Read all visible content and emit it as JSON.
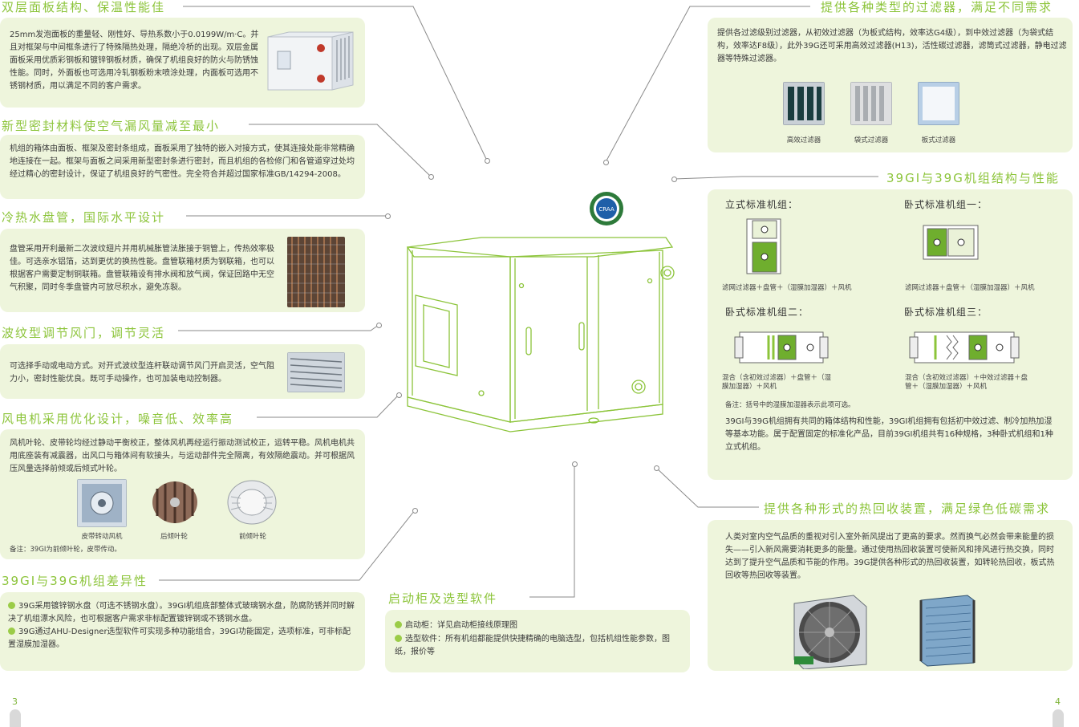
{
  "left": {
    "panel": {
      "title": "双层面板结构、保温性能佳",
      "text": "25mm发泡面板的重量轻、刚性好、导热系数小于0.0199W/m·C。并且对框架与中间框条进行了特殊隔热处理，隔绝冷桥的出现。双层金属面板采用优质彩钢板和镀锌钢板材质，确保了机组良好的防火与防锈蚀性能。同时，外面板也可选用冷轧钢板粉末喷涂处理，内面板可选用不锈钢材质，用以满足不同的客户需求。"
    },
    "seal": {
      "title": "新型密封材料使空气漏风量减至最小",
      "text": "机组的箱体由面板、框架及密封条组成，面板采用了独特的嵌入对接方式，使其连接处能非常精确地连接在一起。框架与面板之间采用新型密封条进行密封，而且机组的各检修门和各管道穿过处均经过精心的密封设计，保证了机组良好的气密性。完全符合并超过国家标准GB/14294-2008。"
    },
    "coil": {
      "title": "冷热水盘管，国际水平设计",
      "text": "盘管采用开利最新二次波纹翅片并用机械胀管法胀接于铜管上，传热效率极佳。可选亲水铝箔，达到更优的换热性能。盘管联箱材质为钢联箱，也可以根据客户需要定制铜联箱。盘管联箱设有排水阀和放气阀，保证回路中无空气积聚，同时冬季盘管内可放尽积水，避免冻裂。"
    },
    "damper": {
      "title": "波纹型调节风门，调节灵活",
      "text": "可选择手动或电动方式。对开式波纹型连杆联动调节风门开启灵活，空气阻力小，密封性能优良。既可手动操作，也可加装电动控制器。"
    },
    "fan": {
      "title": "风电机采用优化设计，噪音低、效率高",
      "text": "风机叶轮、皮带轮均经过静动平衡校正，整体风机再经运行振动测试校正，运转平稳。风机电机共用底座装有减震器，出风口与箱体间有软接头，与运动部件完全隔离，有效隔绝震动。并可根据风压风量选择前倾或后倾式叶轮。",
      "captions": [
        "皮带转动风机",
        "后倾叶轮",
        "前倾叶轮"
      ],
      "note": "备注：39GI为前倾叶轮，皮带传动。"
    },
    "diff": {
      "title": "39GI与39G机组差异性",
      "items": [
        "39G采用镀锌钢水盘（可选不锈钢水盘）。39GI机组底部整体式玻璃钢水盘，防腐防锈并同时解决了机组漂水风险，也可根据客户需求非标配置镀锌钢或不锈钢水盘。",
        "39G通过AHU-Designer选型软件可实现多种功能组合，39GI功能固定，选项标准，可非标配置湿膜加湿器。"
      ]
    }
  },
  "center": {
    "title": "启动柜及选型软件",
    "items": [
      "启动柜：详见启动柜接线原理图",
      "选型软件：所有机组都能提供快捷精确的电脑选型，包括机组性能参数，图纸，报价等"
    ],
    "logo_text": "CRAA"
  },
  "right": {
    "filter": {
      "title": "提供各种类型的过滤器，满足不同需求",
      "text": "提供各过滤级别过滤器，从初效过滤器（为板式结构，效率达G4级），到中效过滤器（为袋式结构，效率达F8级），此外39G还可采用高效过滤器(H13)，活性碳过滤器，滤筒式过滤器，静电过滤器等特殊过滤器。",
      "captions": [
        "高效过滤器",
        "袋式过滤器",
        "板式过滤器"
      ]
    },
    "structure": {
      "title": "39GI与39G机组结构与性能",
      "units": [
        {
          "name": "立式标准机组：",
          "desc": "滤网过滤器＋盘管＋（湿膜加湿器）＋风机"
        },
        {
          "name": "卧式标准机组一：",
          "desc": "滤网过滤器＋盘管＋（湿膜加湿器）＋风机"
        },
        {
          "name": "卧式标准机组二：",
          "desc": "混合（含初效过滤器）＋盘管＋（湿膜加湿器）＋风机"
        },
        {
          "name": "卧式标准机组三：",
          "desc": "混合（含初效过滤器）＋中效过滤器＋盘管＋（湿膜加湿器）＋风机"
        }
      ],
      "note": "备注：括号中的湿膜加湿器表示此项可选。",
      "text": "39GI与39G机组拥有共同的箱体结构和性能，39GI机组拥有包括初中效过滤、制冷加热加湿等基本功能。属于配置固定的标准化产品，目前39GI机组共有16种规格，3种卧式机组和1种立式机组。"
    },
    "recovery": {
      "title": "提供各种形式的热回收装置，满足绿色低碳需求",
      "text": "人类对室内空气品质的重视对引入室外新风提出了更高的要求。然而换气必然会带来能量的损失——引入新风需要消耗更多的能量。通过使用热回收装置可使新风和排风进行热交换，同时达到了提升空气品质和节能的作用。39G提供各种形式的热回收装置，如转轮热回收，板式热回收等热回收等装置。"
    }
  },
  "pages": {
    "left": "3",
    "right": "4"
  },
  "colors": {
    "accent": "#8cc43a",
    "box": "#eef5dc"
  }
}
